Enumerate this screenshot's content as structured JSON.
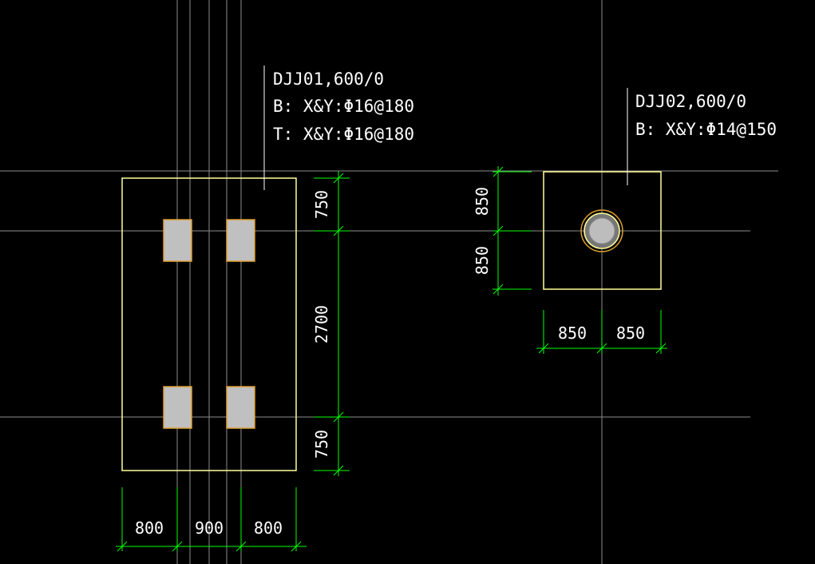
{
  "colors": {
    "background": "#000000",
    "axis": "#8c8c8c",
    "outline": "#ffff99",
    "dimension": "#00ff00",
    "text": "#ffffff",
    "column_fill": "#c0c0c0",
    "column_edge": "#e0a030"
  },
  "footing_1": {
    "label_line1": "DJJ01,600/0",
    "label_line2": "B:  X&Y:Φ16@180",
    "label_line3": "T:  X&Y:Φ16@180",
    "dims_vertical": [
      "750",
      "2700",
      "750"
    ],
    "dims_horizontal": [
      "800",
      "900",
      "800"
    ]
  },
  "footing_2": {
    "label_line1": "DJJ02,600/0",
    "label_line2": "B:  X&Y:Φ14@150",
    "dims_vertical": [
      "850",
      "850"
    ],
    "dims_horizontal": [
      "850",
      "850"
    ]
  }
}
